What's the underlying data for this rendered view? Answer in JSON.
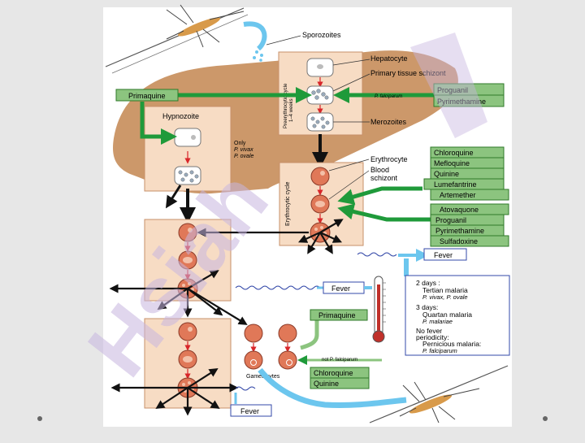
{
  "labels": {
    "sporozoites": "Sporozoites",
    "hepatocyte": "Hepatocyte",
    "primary_tissue_schizont": "Primary tissue schizont",
    "merozoites": "Merozoites",
    "hypnozoite": "Hypnozoite",
    "only_line1": "Only",
    "only_line2": "P. vivax",
    "only_line3": "P. ovale",
    "preerythrocytic_line1": "Preerythrocytic cycle",
    "preerythrocytic_line2": "1–4 weeks",
    "erythrocytic_cycle": "Erythrocytic cycle",
    "erythrocyte": "Erythrocyte",
    "blood": "Blood",
    "schizont": "schizont",
    "gametocytes": "Gametocytes",
    "not_falciparum": "not P. falciparum",
    "p_falciparum": "P. falciparum"
  },
  "drugs": {
    "primaquine_top": "Primaquine",
    "proguanil_1": "Proguanil",
    "pyrimethamine_1": "Pyrimethamine",
    "chloroquine_1": "Chloroquine",
    "mefloquine": "Mefloquine",
    "quinine_1": "Quinine",
    "lumefantrine": "Lumefantrine",
    "artemether": "Artemether",
    "atovaquone": "Atovaquone",
    "proguanil_2": "Proguanil",
    "pyrimethamine_2": "Pyrimethamine",
    "sulfadoxine": "Sulfadoxine",
    "primaquine_bottom": "Primaquine",
    "chloroquine_2": "Chloroquine",
    "quinine_2": "Quinine"
  },
  "fever": {
    "f1": "Fever",
    "f2": "Fever",
    "f3": "Fever"
  },
  "periodicity": {
    "l1": "2 days :",
    "l2": "Tertian malaria",
    "l3": "P. vivax, P. ovale",
    "l4": "3 days:",
    "l5": "Quartan malaria",
    "l6": "P. malariae",
    "l7": "No fever",
    "l8": "periodicity:",
    "l9": "Pernicious malaria:",
    "l10": "P. falciparum"
  },
  "watermark": "Hsiah",
  "colors": {
    "liver": "#c58a55",
    "drug_box": "#8cc47f",
    "drug_border": "#2f7a2a",
    "green_arrow": "#1f9a3a",
    "cell_box": "#f7dcc4",
    "red_cell": "#e07858",
    "blue_stream": "#6cc6ee",
    "watermark": "#c8b6e0"
  }
}
